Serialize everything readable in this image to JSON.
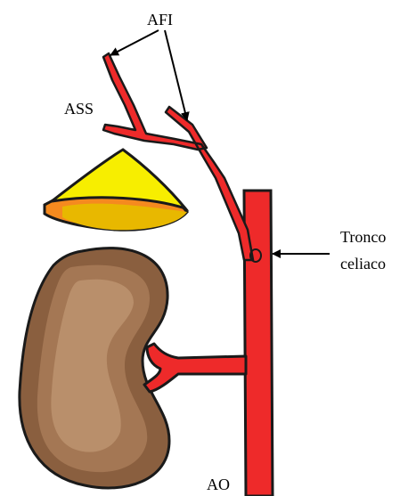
{
  "labels": {
    "afi": "AFI",
    "ass": "ASS",
    "tronco_line1": "Tronco",
    "tronco_line2": "celiaco",
    "ao": "AO"
  },
  "colors": {
    "artery": "#ee2a2a",
    "artery_outline": "#1a1a1a",
    "adrenal_top": "#f7ee00",
    "adrenal_bottom": "#e8b800",
    "adrenal_shadow": "#f58a1f",
    "kidney_dark": "#8a5f3f",
    "kidney_mid": "#a47754",
    "kidney_light": "#b98f6b",
    "background": "#ffffff"
  }
}
